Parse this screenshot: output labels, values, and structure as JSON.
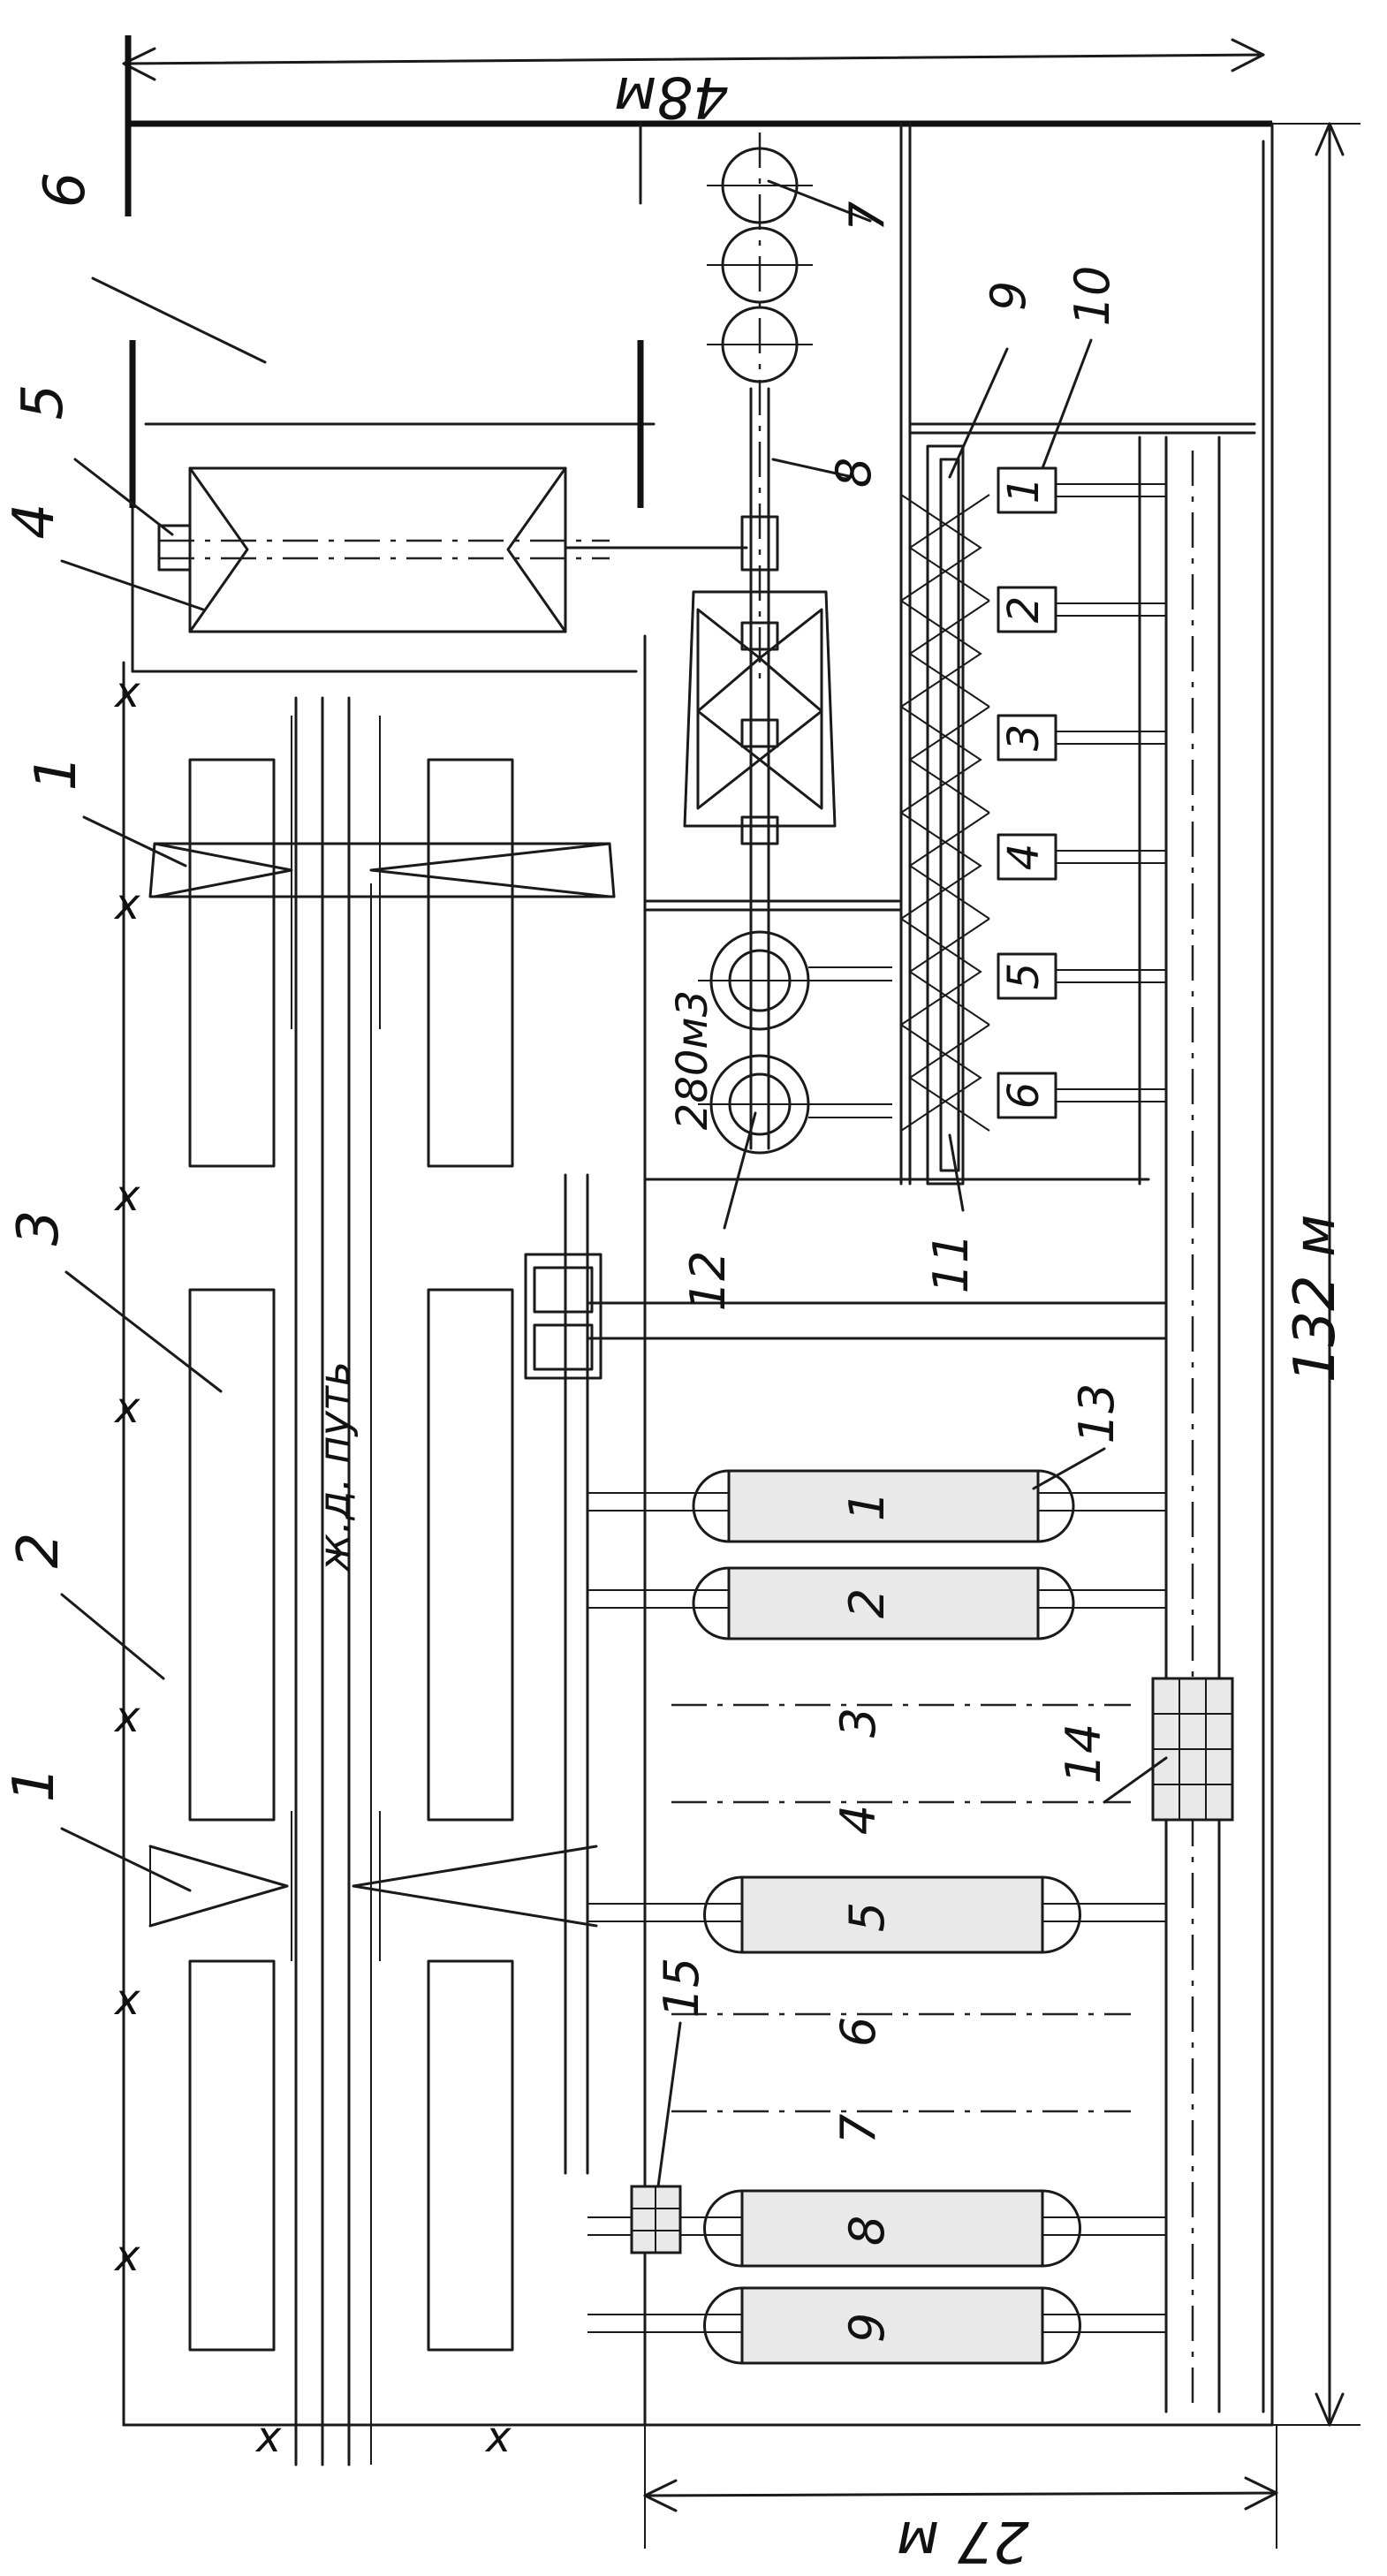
{
  "dimensions": {
    "length": "132 м",
    "width_total": "48м",
    "width_shop": "27 м"
  },
  "labels": {
    "rail_track": "ж.д. путь",
    "tank_volume": "280м3"
  },
  "callouts": [
    "1",
    "2",
    "3",
    "4",
    "5",
    "6",
    "7",
    "8",
    "9",
    "10",
    "11",
    "12",
    "13",
    "14",
    "15",
    "1"
  ],
  "kiln_numbers": [
    "1",
    "2",
    "3",
    "4",
    "5",
    "6",
    "7",
    "8",
    "9"
  ],
  "press_numbers": [
    "1",
    "2",
    "3",
    "4",
    "5",
    "6"
  ],
  "marks": {
    "fence": "x"
  }
}
